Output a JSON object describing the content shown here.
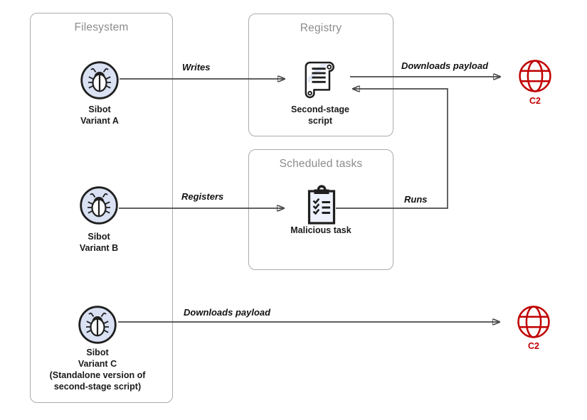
{
  "groups": {
    "filesystem": {
      "title": "Filesystem"
    },
    "registry": {
      "title": "Registry"
    },
    "scheduled_tasks": {
      "title": "Scheduled tasks"
    }
  },
  "nodes": {
    "sibot_a": {
      "line1": "Sibot",
      "line2": "Variant A",
      "icon": "bug-icon"
    },
    "sibot_b": {
      "line1": "Sibot",
      "line2": "Variant B",
      "icon": "bug-icon"
    },
    "sibot_c": {
      "line1": "Sibot",
      "line2": "Variant C",
      "line3": "(Standalone version of",
      "line4": "second-stage script)",
      "icon": "bug-icon"
    },
    "second_stage_script": {
      "line1": "Second-stage",
      "line2": "script",
      "icon": "scroll-icon"
    },
    "malicious_task": {
      "line1": "Malicious task",
      "icon": "clipboard-icon"
    },
    "c2_top": {
      "label": "C2",
      "icon": "globe-icon"
    },
    "c2_bottom": {
      "label": "C2",
      "icon": "globe-icon"
    }
  },
  "edges": {
    "writes": {
      "label": "Writes",
      "from": "sibot_a",
      "to": "second_stage_script"
    },
    "downloads_payload_top": {
      "label": "Downloads payload",
      "from": "second_stage_script",
      "to": "c2_top"
    },
    "registers": {
      "label": "Registers",
      "from": "sibot_b",
      "to": "malicious_task"
    },
    "runs": {
      "label": "Runs",
      "from": "malicious_task",
      "to": "second_stage_script"
    },
    "downloads_payload_bottom": {
      "label": "Downloads payload",
      "from": "sibot_c",
      "to": "c2_bottom"
    }
  },
  "colors": {
    "box_border": "#ababab",
    "box_title": "#8c8c8c",
    "arrow": "#4a4a4a",
    "node_label": "#1a1a1a",
    "bug_fill": "#d9e1f3",
    "icon_stroke": "#1f1f1f",
    "c2_red": "#c00000"
  }
}
